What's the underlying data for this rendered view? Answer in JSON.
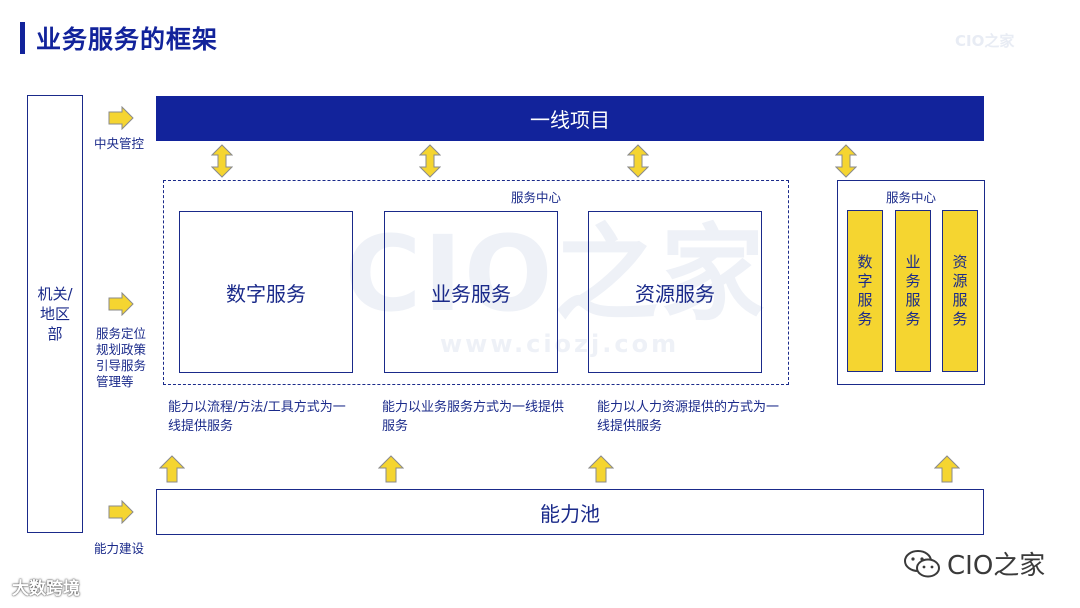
{
  "title": "业务服务的框架",
  "brand_top": "CIO之家",
  "watermark": {
    "text": "CIO之家",
    "url": "www.ciozj.com"
  },
  "left_column": {
    "label": "机关/地区部"
  },
  "side_labels": {
    "central": "中央管控",
    "positioning": [
      "服务定位",
      "规划政策",
      "引导服务",
      "管理等"
    ],
    "capability_building": "能力建设"
  },
  "top_bar": {
    "label": "一线项目"
  },
  "service_center_main": {
    "label": "服务中心"
  },
  "services": [
    {
      "label": "数字服务"
    },
    {
      "label": "业务服务"
    },
    {
      "label": "资源服务"
    }
  ],
  "service_center_right": {
    "label": "服务中心",
    "columns": [
      {
        "label": "数字服务"
      },
      {
        "label": "业务服务"
      },
      {
        "label": "资源服务"
      }
    ]
  },
  "descriptions": [
    "能力以流程/方法/工具方式为一线提供服务",
    "能力以业务服务方式为一线提供服务",
    "能力以人力资源提供的方式为一线提供服务"
  ],
  "bottom_bar": {
    "label": "能力池"
  },
  "brand_bottom": "CIO之家",
  "brand_bottom_left": "大数跨境",
  "colors": {
    "primary": "#12239b",
    "accent_yellow": "#f5d530",
    "outline": "#1a2a8a"
  },
  "icons": {
    "right_arrow": "right-arrow-icon",
    "up_arrow": "up-arrow-icon",
    "double_arrow": "double-arrow-icon",
    "wechat": "wechat-icon"
  }
}
